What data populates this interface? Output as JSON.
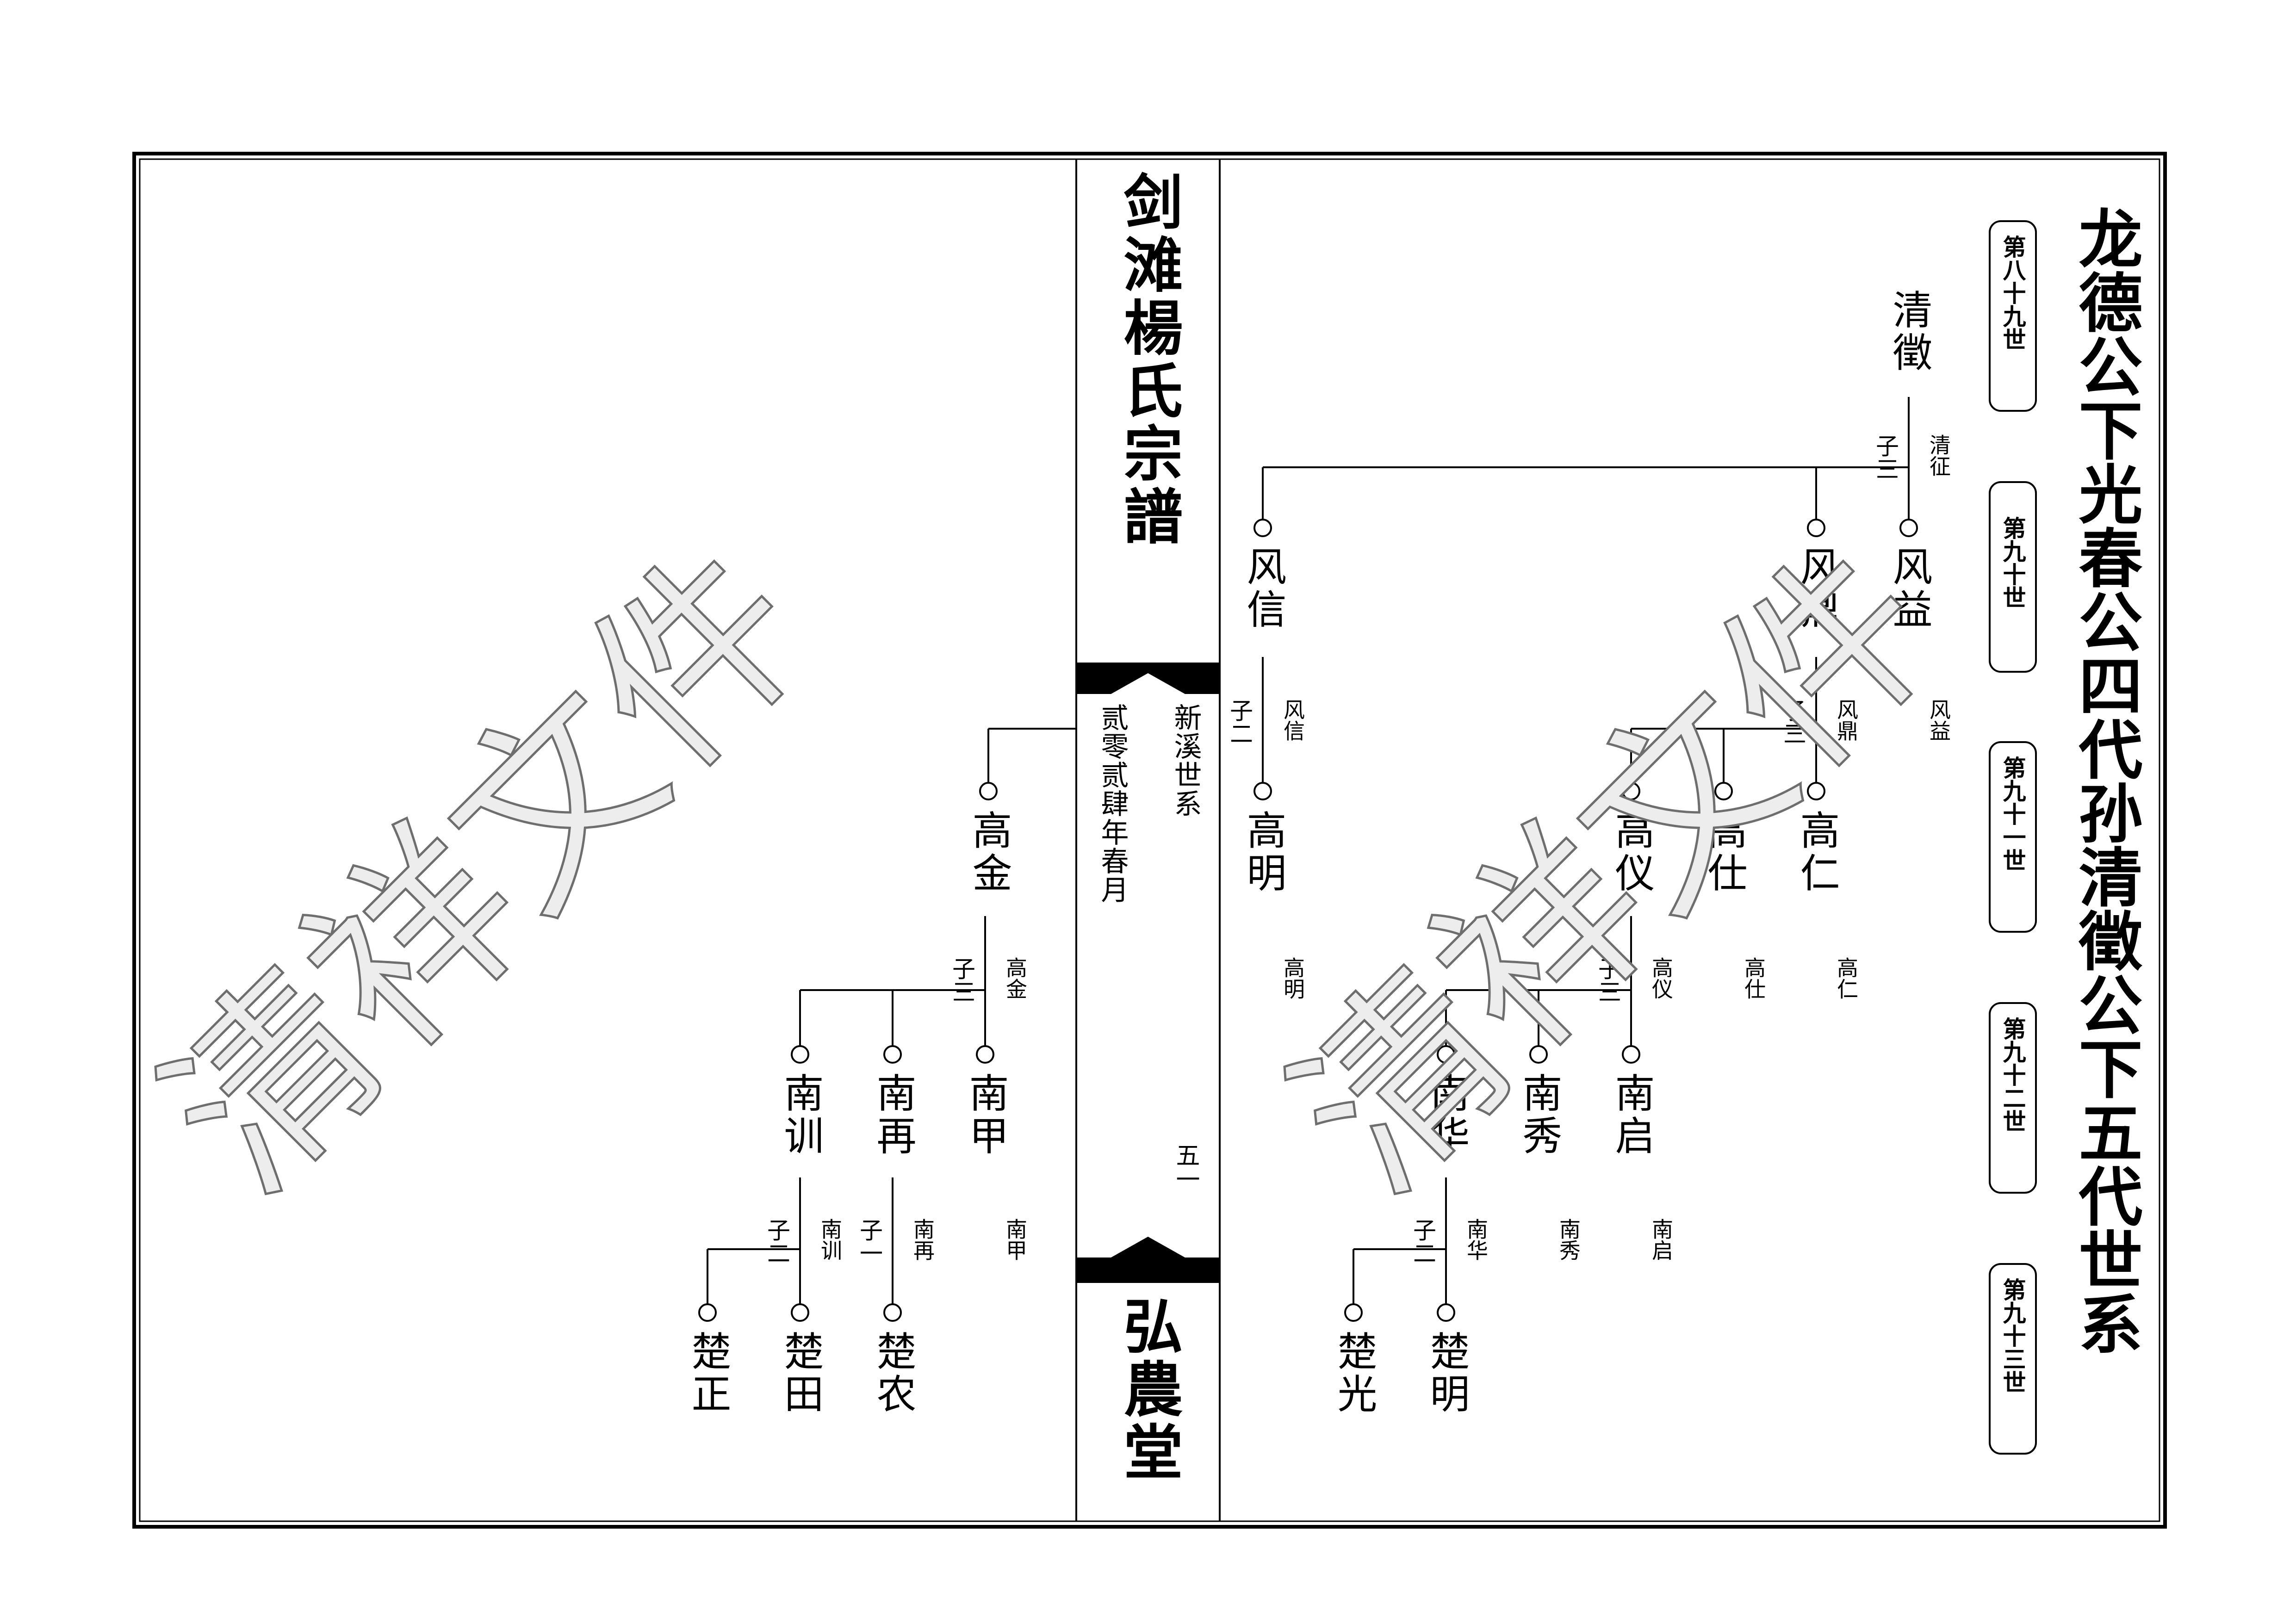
{
  "spine": {
    "book_title": "剑滩楊氏宗譜",
    "hall_name": "弘農堂",
    "branch": "新溪世系",
    "date": "贰零贰肆年春月",
    "page_number": "五一"
  },
  "heading": "龙德公下光春公四代孙清徵公下五代世系",
  "generations": [
    "第八十九世",
    "第九十世",
    "第九十一世",
    "第九十二世",
    "第九十三世"
  ],
  "watermark": "清祥文件",
  "persons": {
    "qingzheng": "清徵",
    "fengyi": "风益",
    "fengding": "风鼎",
    "fengxin": "风信",
    "gaoren": "高仁",
    "gaoshi": "高仕",
    "gaoyi": "高仪",
    "gaoming": "高明",
    "gaojin": "高金",
    "nanqi": "南启",
    "nanxiu": "南秀",
    "nanhua": "南华",
    "nanjia": "南甲",
    "nanzai": "南再",
    "nanxun": "南训",
    "chuming_r": "楚明",
    "chuguang": "楚光",
    "chunong": "楚农",
    "chutian": "楚田",
    "chuzheng": "楚正"
  },
  "annotations": {
    "qingzheng": "清征",
    "fengyi": "风益",
    "fengding": "风鼎",
    "fengxin": "风信",
    "gaoren": "高仁",
    "gaoshi": "高仕",
    "gaoyi": "高仪",
    "gaoming": "高明",
    "gaojin": "高金",
    "nanqi": "南启",
    "nanxiu": "南秀",
    "nanhua": "南华",
    "nanjia": "南甲",
    "nanzai": "南再",
    "nanxun": "南训"
  },
  "child_counts": {
    "qingzheng": "子三",
    "fengding": "子三",
    "fengxin": "子二",
    "gaoyi": "子三",
    "gaojin": "子三",
    "nanhua": "子二",
    "nanzai": "子一",
    "nanxun": "子二"
  }
}
